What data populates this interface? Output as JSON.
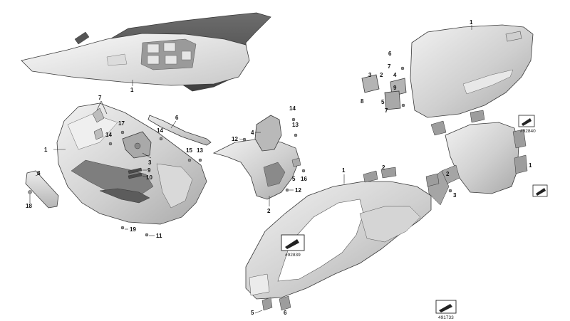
{
  "diagram": {
    "callouts": {
      "headlamp": "1",
      "bumper_main": "1",
      "bumper_7": "7",
      "bumper_17": "17",
      "bumper_14a": "14",
      "bumper_14b": "14",
      "bumper_6": "6",
      "bumper_8": "8",
      "bumper_18": "18",
      "bumper_3": "3",
      "bumper_15": "15",
      "bumper_13": "13",
      "bumper_9": "9",
      "bumper_10": "10",
      "bumper_19": "19",
      "bumper_11": "11",
      "arch_14": "14",
      "arch_13": "13",
      "arch_12a": "12",
      "arch_4": "4",
      "arch_5": "5",
      "arch_16": "16",
      "arch_12b": "12",
      "arch_2": "2",
      "door_1": "1",
      "hinge_6": "6",
      "hinge_7a": "7",
      "hinge_3": "3",
      "hinge_2": "2",
      "hinge_4": "4",
      "hinge_8": "8",
      "hinge_9": "9",
      "hinge_5": "5",
      "hinge_7b": "7",
      "fender_1": "1",
      "fender_2": "2",
      "fender_3": "3",
      "side_1": "1",
      "side_2": "2",
      "side_5": "5",
      "side_6": "6"
    },
    "ref_tags": {
      "tag_side": "#92839",
      "tag_fender": "#92840",
      "tag_corner": "491733"
    }
  }
}
